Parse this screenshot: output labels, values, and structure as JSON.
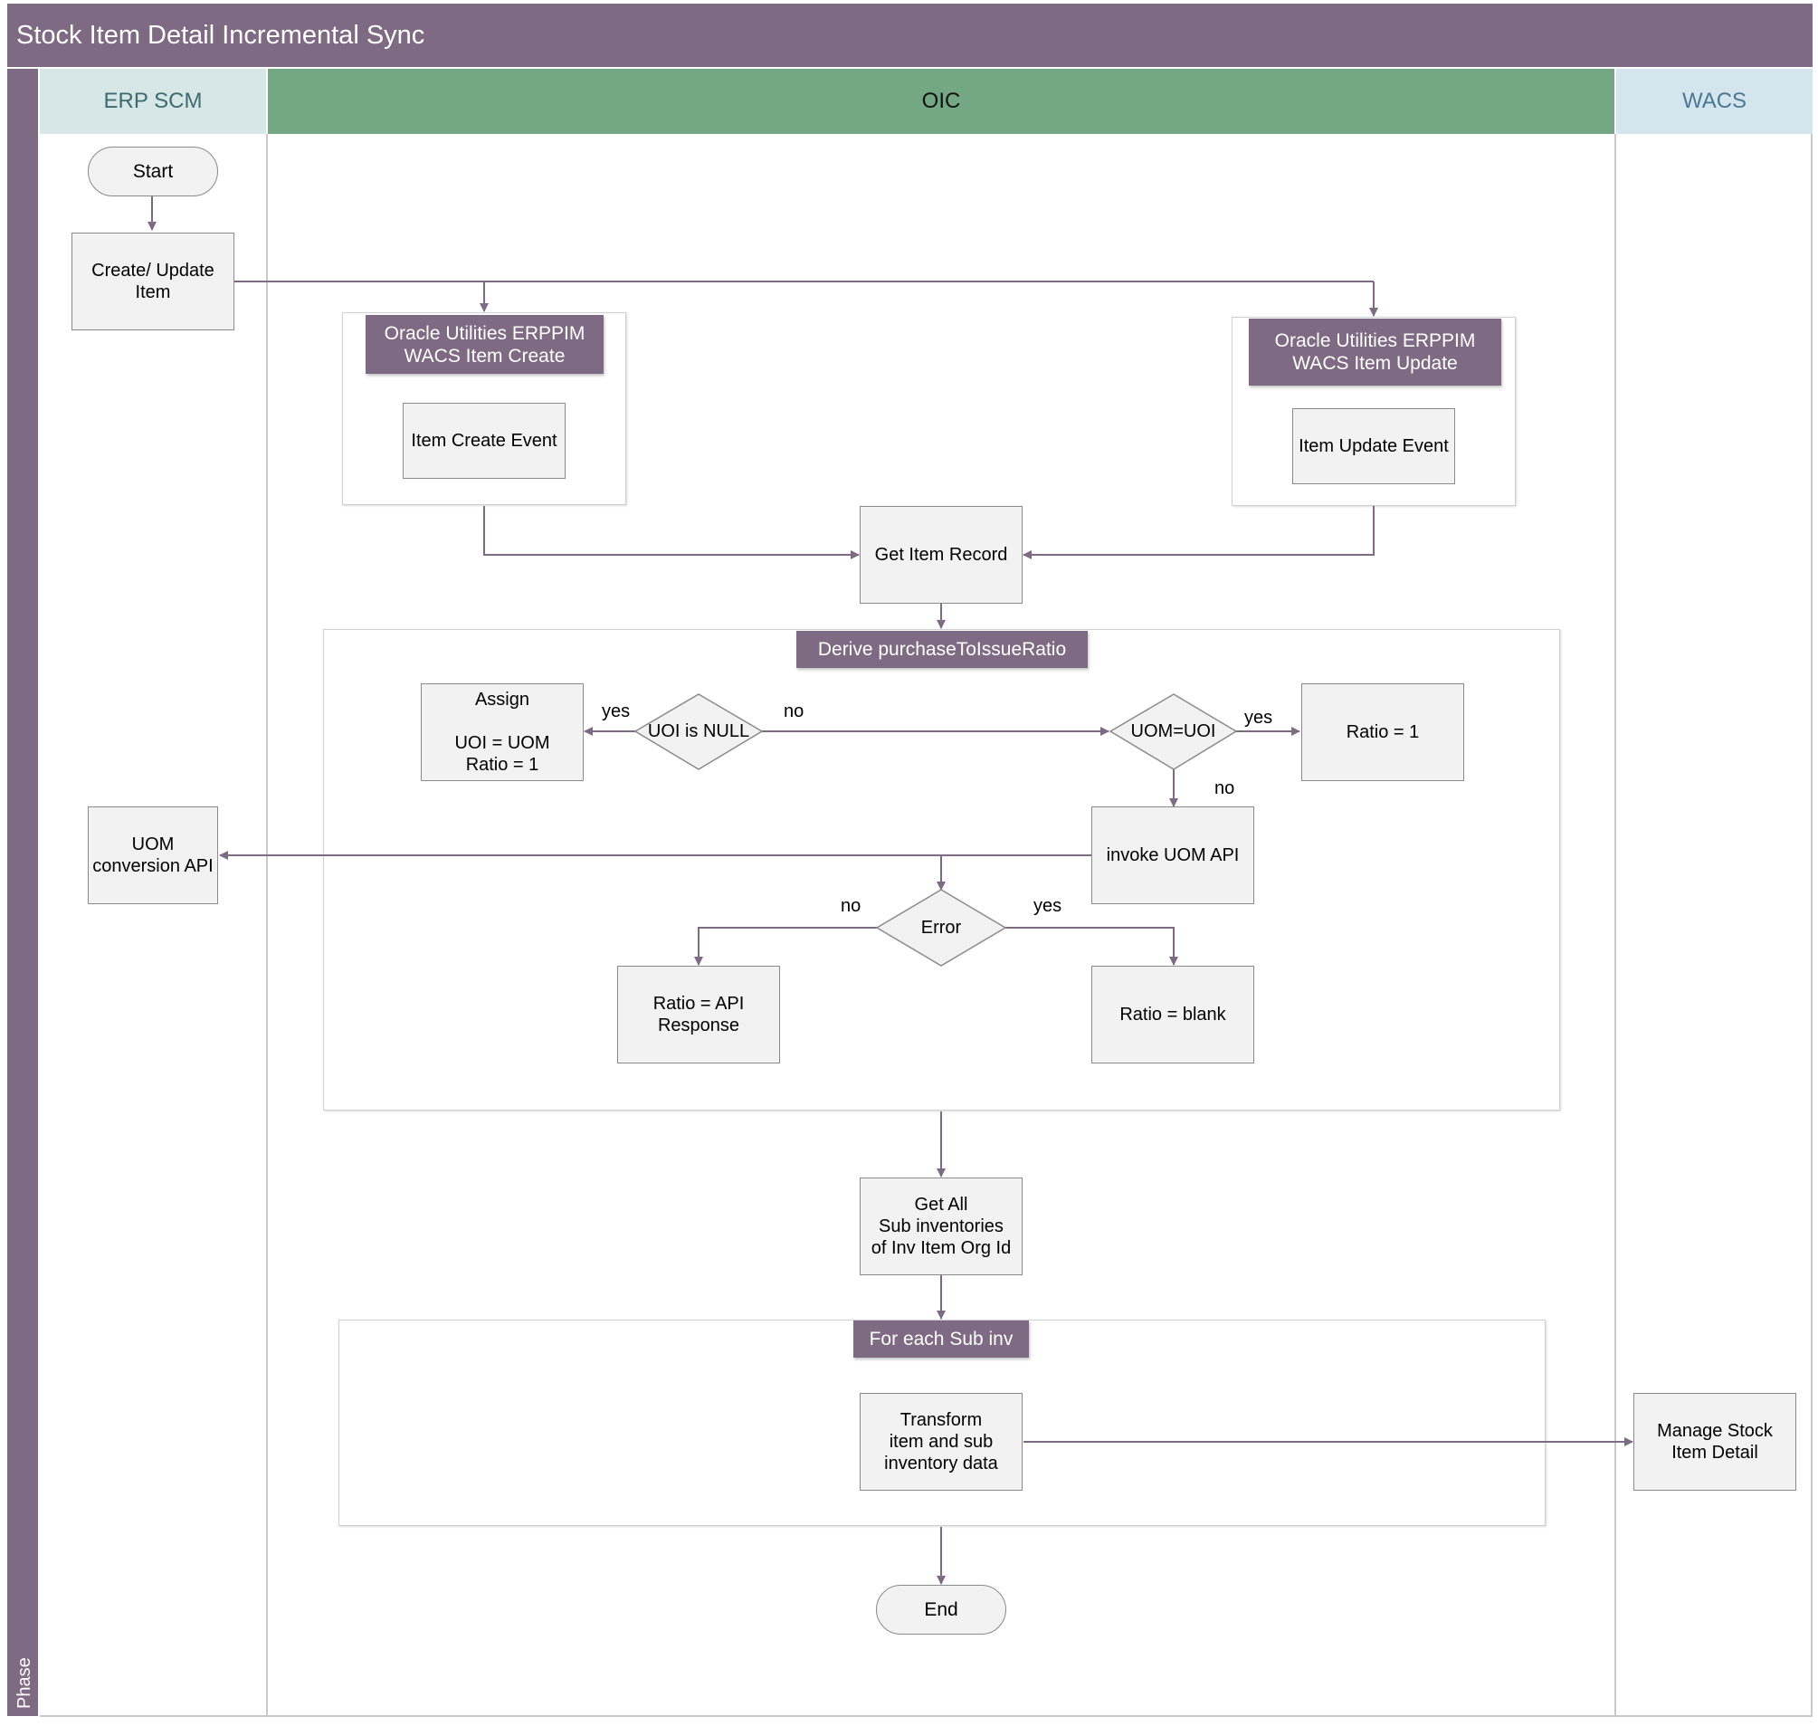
{
  "title": "Stock Item Detail Incremental Sync",
  "phase_label": "Phase",
  "lanes": {
    "erp": "ERP SCM",
    "oic": "OIC",
    "wacs": "WACS"
  },
  "nodes": {
    "start": "Start",
    "create_update_item": "Create/ Update\nItem",
    "create_integration": "Oracle Utilities ERPPIM\nWACS Item Create",
    "item_create_event": "Item Create Event",
    "update_integration": "Oracle Utilities ERPPIM\nWACS Item Update",
    "item_update_event": "Item Update Event",
    "get_item_record": "Get Item Record",
    "derive_ratio": "Derive purchaseToIssueRatio",
    "assign": "Assign\n\nUOI = UOM\nRatio = 1",
    "uoi_is_null": "UOI is NULL",
    "uom_eq_uoi": "UOM=UOI",
    "ratio_one": "Ratio = 1",
    "uom_conversion_api": "UOM\nconversion API",
    "invoke_uom_api": "invoke UOM API",
    "error": "Error",
    "ratio_api_response": "Ratio = API\nResponse",
    "ratio_blank": "Ratio = blank",
    "get_all_subinv": "Get All\nSub inventories\nof Inv Item Org Id",
    "for_each_subinv": "For each Sub inv",
    "transform": "Transform\nitem and sub\ninventory data",
    "manage_stock": "Manage Stock\nItem Detail",
    "end": "End"
  },
  "edge_labels": {
    "null_yes": "yes",
    "null_no": "no",
    "uom_yes": "yes",
    "uom_no": "no",
    "error_no": "no",
    "error_yes": "yes"
  },
  "colors": {
    "accent_purple": "#7e6a82",
    "oic_header": "#74a884",
    "erp_header": "#d7e6e6",
    "wacs_header": "#d5e5ee",
    "box_fill": "#f2f2f2"
  }
}
